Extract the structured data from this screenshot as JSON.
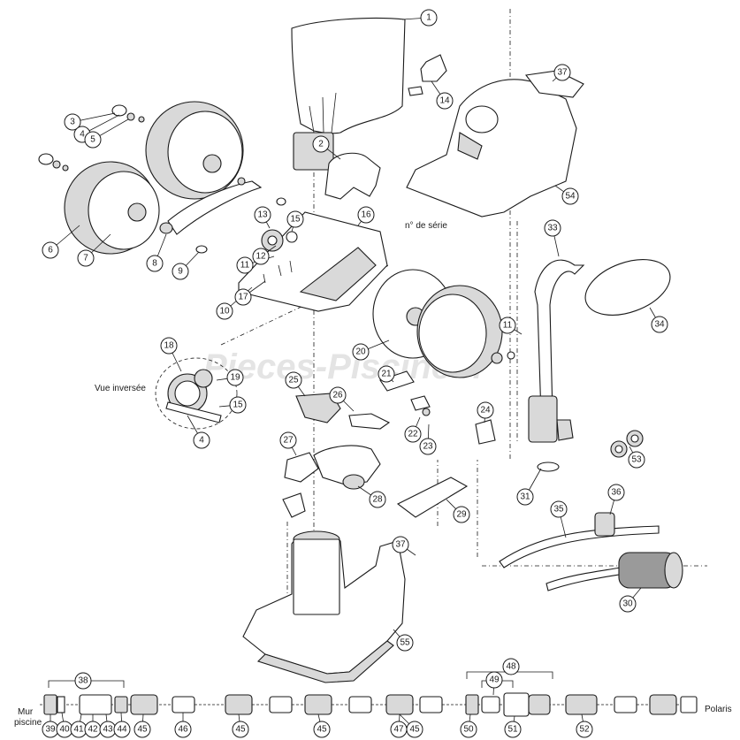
{
  "diagram": {
    "callouts": [
      "1",
      "2",
      "3",
      "4",
      "5",
      "6",
      "7",
      "8",
      "9",
      "10",
      "11",
      "12",
      "13",
      "14",
      "15",
      "16",
      "17",
      "18",
      "19",
      "20",
      "21",
      "22",
      "23",
      "24",
      "25",
      "26",
      "27",
      "28",
      "29",
      "30",
      "31",
      "33",
      "34",
      "35",
      "36",
      "37",
      "38",
      "39",
      "40",
      "41",
      "42",
      "43",
      "44",
      "45",
      "46",
      "47",
      "48",
      "49",
      "50",
      "51",
      "52",
      "53",
      "54",
      "55"
    ],
    "labels": {
      "serial": "n° de série",
      "inverted_view": "Vue inversée",
      "wall_line1": "Mur",
      "wall_line2": "piscine",
      "polaris": "Polaris"
    },
    "watermark": "Pieces-Piscine.fr"
  }
}
